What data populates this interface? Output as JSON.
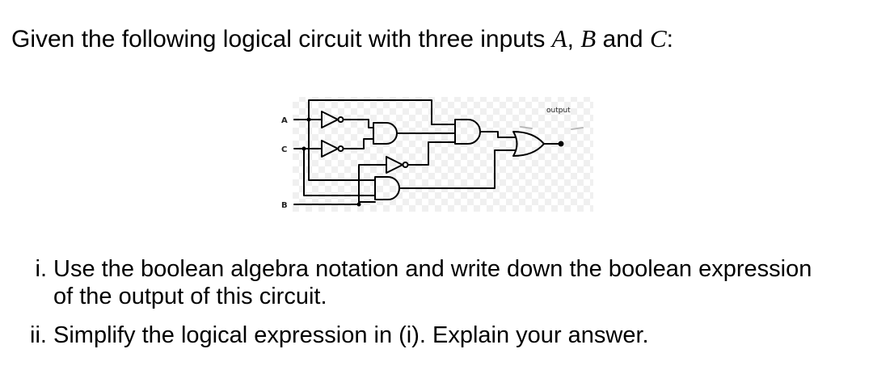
{
  "intro": {
    "prefix": "Given the following logical circuit with three inputs ",
    "var_a": "A",
    "sep1": ", ",
    "var_b": "B",
    "sep2": " and ",
    "var_c": "C",
    "suffix": ":"
  },
  "circuit": {
    "input_a": "A",
    "input_c": "C",
    "input_b": "B",
    "output_label": "output"
  },
  "questions": [
    {
      "number": "i.",
      "line1": "Use the boolean algebra notation and write down the boolean expression",
      "line2": "of the output of this circuit."
    },
    {
      "number": "ii.",
      "line1": "Simplify the logical expression in (i). Explain your answer."
    }
  ]
}
